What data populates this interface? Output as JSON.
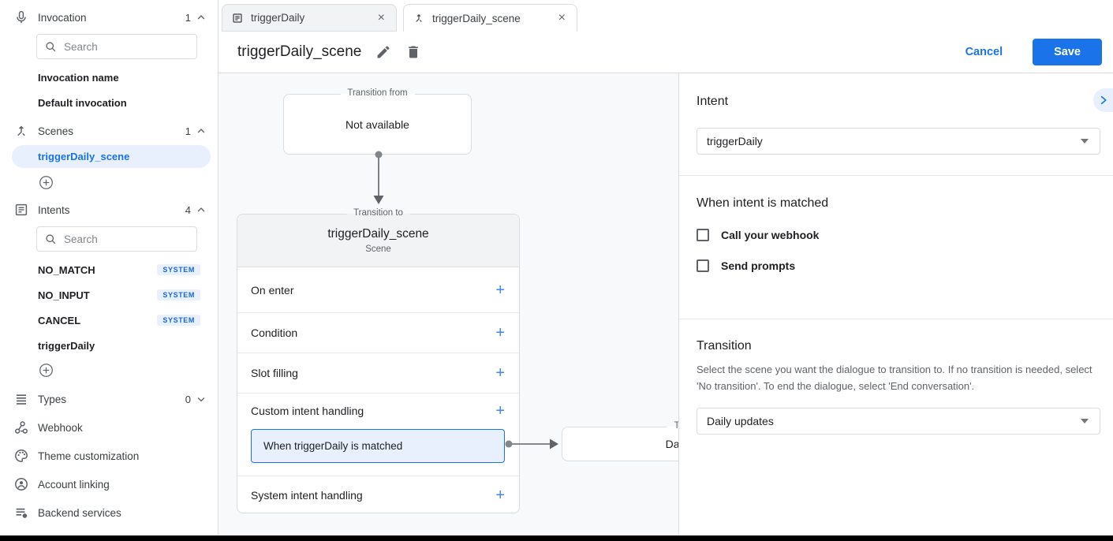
{
  "sidebar": {
    "invocation": {
      "label": "Invocation",
      "count": "1",
      "search_placeholder": "Search",
      "items": [
        {
          "label": "Invocation name"
        },
        {
          "label": "Default invocation"
        }
      ]
    },
    "scenes": {
      "label": "Scenes",
      "count": "1",
      "items": [
        {
          "label": "triggerDaily_scene",
          "selected": true
        }
      ]
    },
    "intents": {
      "label": "Intents",
      "count": "4",
      "search_placeholder": "Search",
      "items": [
        {
          "label": "NO_MATCH",
          "badge": "SYSTEM"
        },
        {
          "label": "NO_INPUT",
          "badge": "SYSTEM"
        },
        {
          "label": "CANCEL",
          "badge": "SYSTEM"
        },
        {
          "label": "triggerDaily"
        }
      ]
    },
    "types": {
      "label": "Types",
      "count": "0"
    },
    "links": [
      {
        "label": "Webhook"
      },
      {
        "label": "Theme customization"
      },
      {
        "label": "Account linking"
      },
      {
        "label": "Backend services"
      }
    ]
  },
  "tabs": [
    {
      "label": "triggerDaily"
    },
    {
      "label": "triggerDaily_scene"
    }
  ],
  "header": {
    "title": "triggerDaily_scene",
    "cancel": "Cancel",
    "save": "Save"
  },
  "canvas": {
    "from_card": {
      "legend": "Transition from",
      "label": "Not available"
    },
    "scene_card": {
      "legend": "Transition to",
      "title": "triggerDaily_scene",
      "subtitle": "Scene",
      "rows": [
        {
          "label": "On enter"
        },
        {
          "label": "Condition"
        },
        {
          "label": "Slot filling"
        },
        {
          "label": "Custom intent handling"
        },
        {
          "label": "System intent handling"
        }
      ],
      "handler_item": "When triggerDaily is matched"
    },
    "target_card": {
      "legend": "Transition to",
      "label": "Daily updates"
    }
  },
  "panel": {
    "intent": {
      "title": "Intent",
      "value": "triggerDaily"
    },
    "matched": {
      "title": "When intent is matched",
      "checkboxes": [
        {
          "label": "Call your webhook",
          "checked": false
        },
        {
          "label": "Send prompts",
          "checked": false
        }
      ]
    },
    "transition": {
      "title": "Transition",
      "description": "Select the scene you want the dialogue to transition to. If no transition is needed, select 'No transition'. To end the dialogue, select 'End conversation'.",
      "value": "Daily updates"
    }
  },
  "colors": {
    "accent": "#1a73e8",
    "selected_bg": "#e8f0fe",
    "canvas_bg": "#f8f9fa",
    "card_header_bg": "#f1f3f4",
    "border": "#dadce0",
    "badge_text": "#1967d2"
  }
}
